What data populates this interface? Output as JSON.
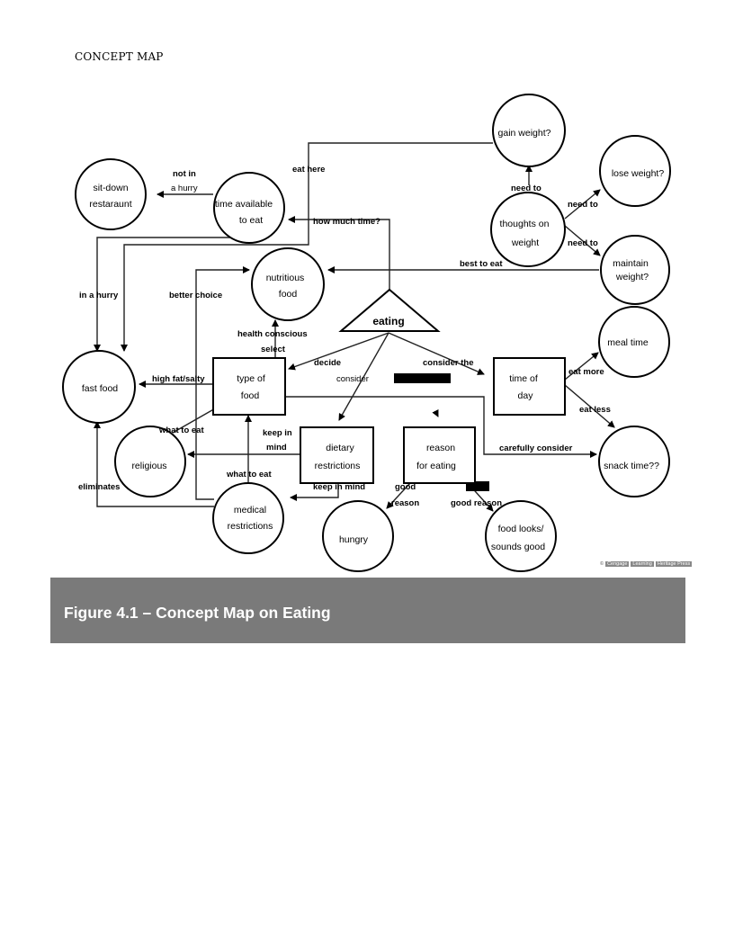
{
  "page": {
    "title": "CONCEPT MAP"
  },
  "caption": "Figure 4.1 – Concept Map on Eating",
  "credit": {
    "prefix": "©",
    "items": [
      "Cengage",
      "Learning",
      "Heritage Press"
    ]
  },
  "central": "eating",
  "nodes": {
    "sit_down": [
      "sit-down",
      "restaraunt"
    ],
    "time_available": [
      "time available",
      "to eat"
    ],
    "gain_weight": [
      "gain weight?"
    ],
    "lose_weight": [
      "lose weight?"
    ],
    "thoughts": [
      "thoughts on",
      "weight"
    ],
    "maintain": [
      "maintain",
      "weight?"
    ],
    "nutritious": [
      "nutritious",
      "food"
    ],
    "fast_food": [
      "fast food"
    ],
    "type_of_food": [
      "type of",
      "food"
    ],
    "time_of_day": [
      "time of",
      "day"
    ],
    "meal_time": [
      "meal time"
    ],
    "religious": [
      "religious"
    ],
    "dietary": [
      "dietary",
      "restrictions"
    ],
    "reason": [
      "reason",
      "for eating"
    ],
    "snack_time": [
      "snack time??"
    ],
    "medical": [
      "medical",
      "restrictions"
    ],
    "hungry": [
      "hungry"
    ],
    "food_looks": [
      "food looks/",
      "sounds good"
    ]
  },
  "edge_labels": {
    "not_in_hurry": [
      "not in",
      "a hurry"
    ],
    "eat_here": "eat here",
    "how_much_time": "how much time?",
    "need_to_gain": "need to",
    "need_to_lose": "need to",
    "need_to_maintain": "need to",
    "best_to_eat": "best to eat",
    "in_a_hurry": "in a hurry",
    "better_choice": "better choice",
    "health_conscious": [
      "health conscious",
      "select"
    ],
    "decide": "decide",
    "consider": "consider",
    "consider_the": "consider the",
    "high_fat": "high fat/salty",
    "eat_more": "eat more",
    "eat_less": "eat less",
    "what_to_eat_1": "what to eat",
    "keep_in_mind_1": [
      "keep in",
      "mind"
    ],
    "carefully_consider": "carefully consider",
    "eliminates": "eliminates",
    "what_to_eat_2": "what to eat",
    "keep_in_mind_2": "keep in mind",
    "good_reason_1": [
      "good",
      "reason"
    ],
    "good_reason_2": "good reason"
  }
}
